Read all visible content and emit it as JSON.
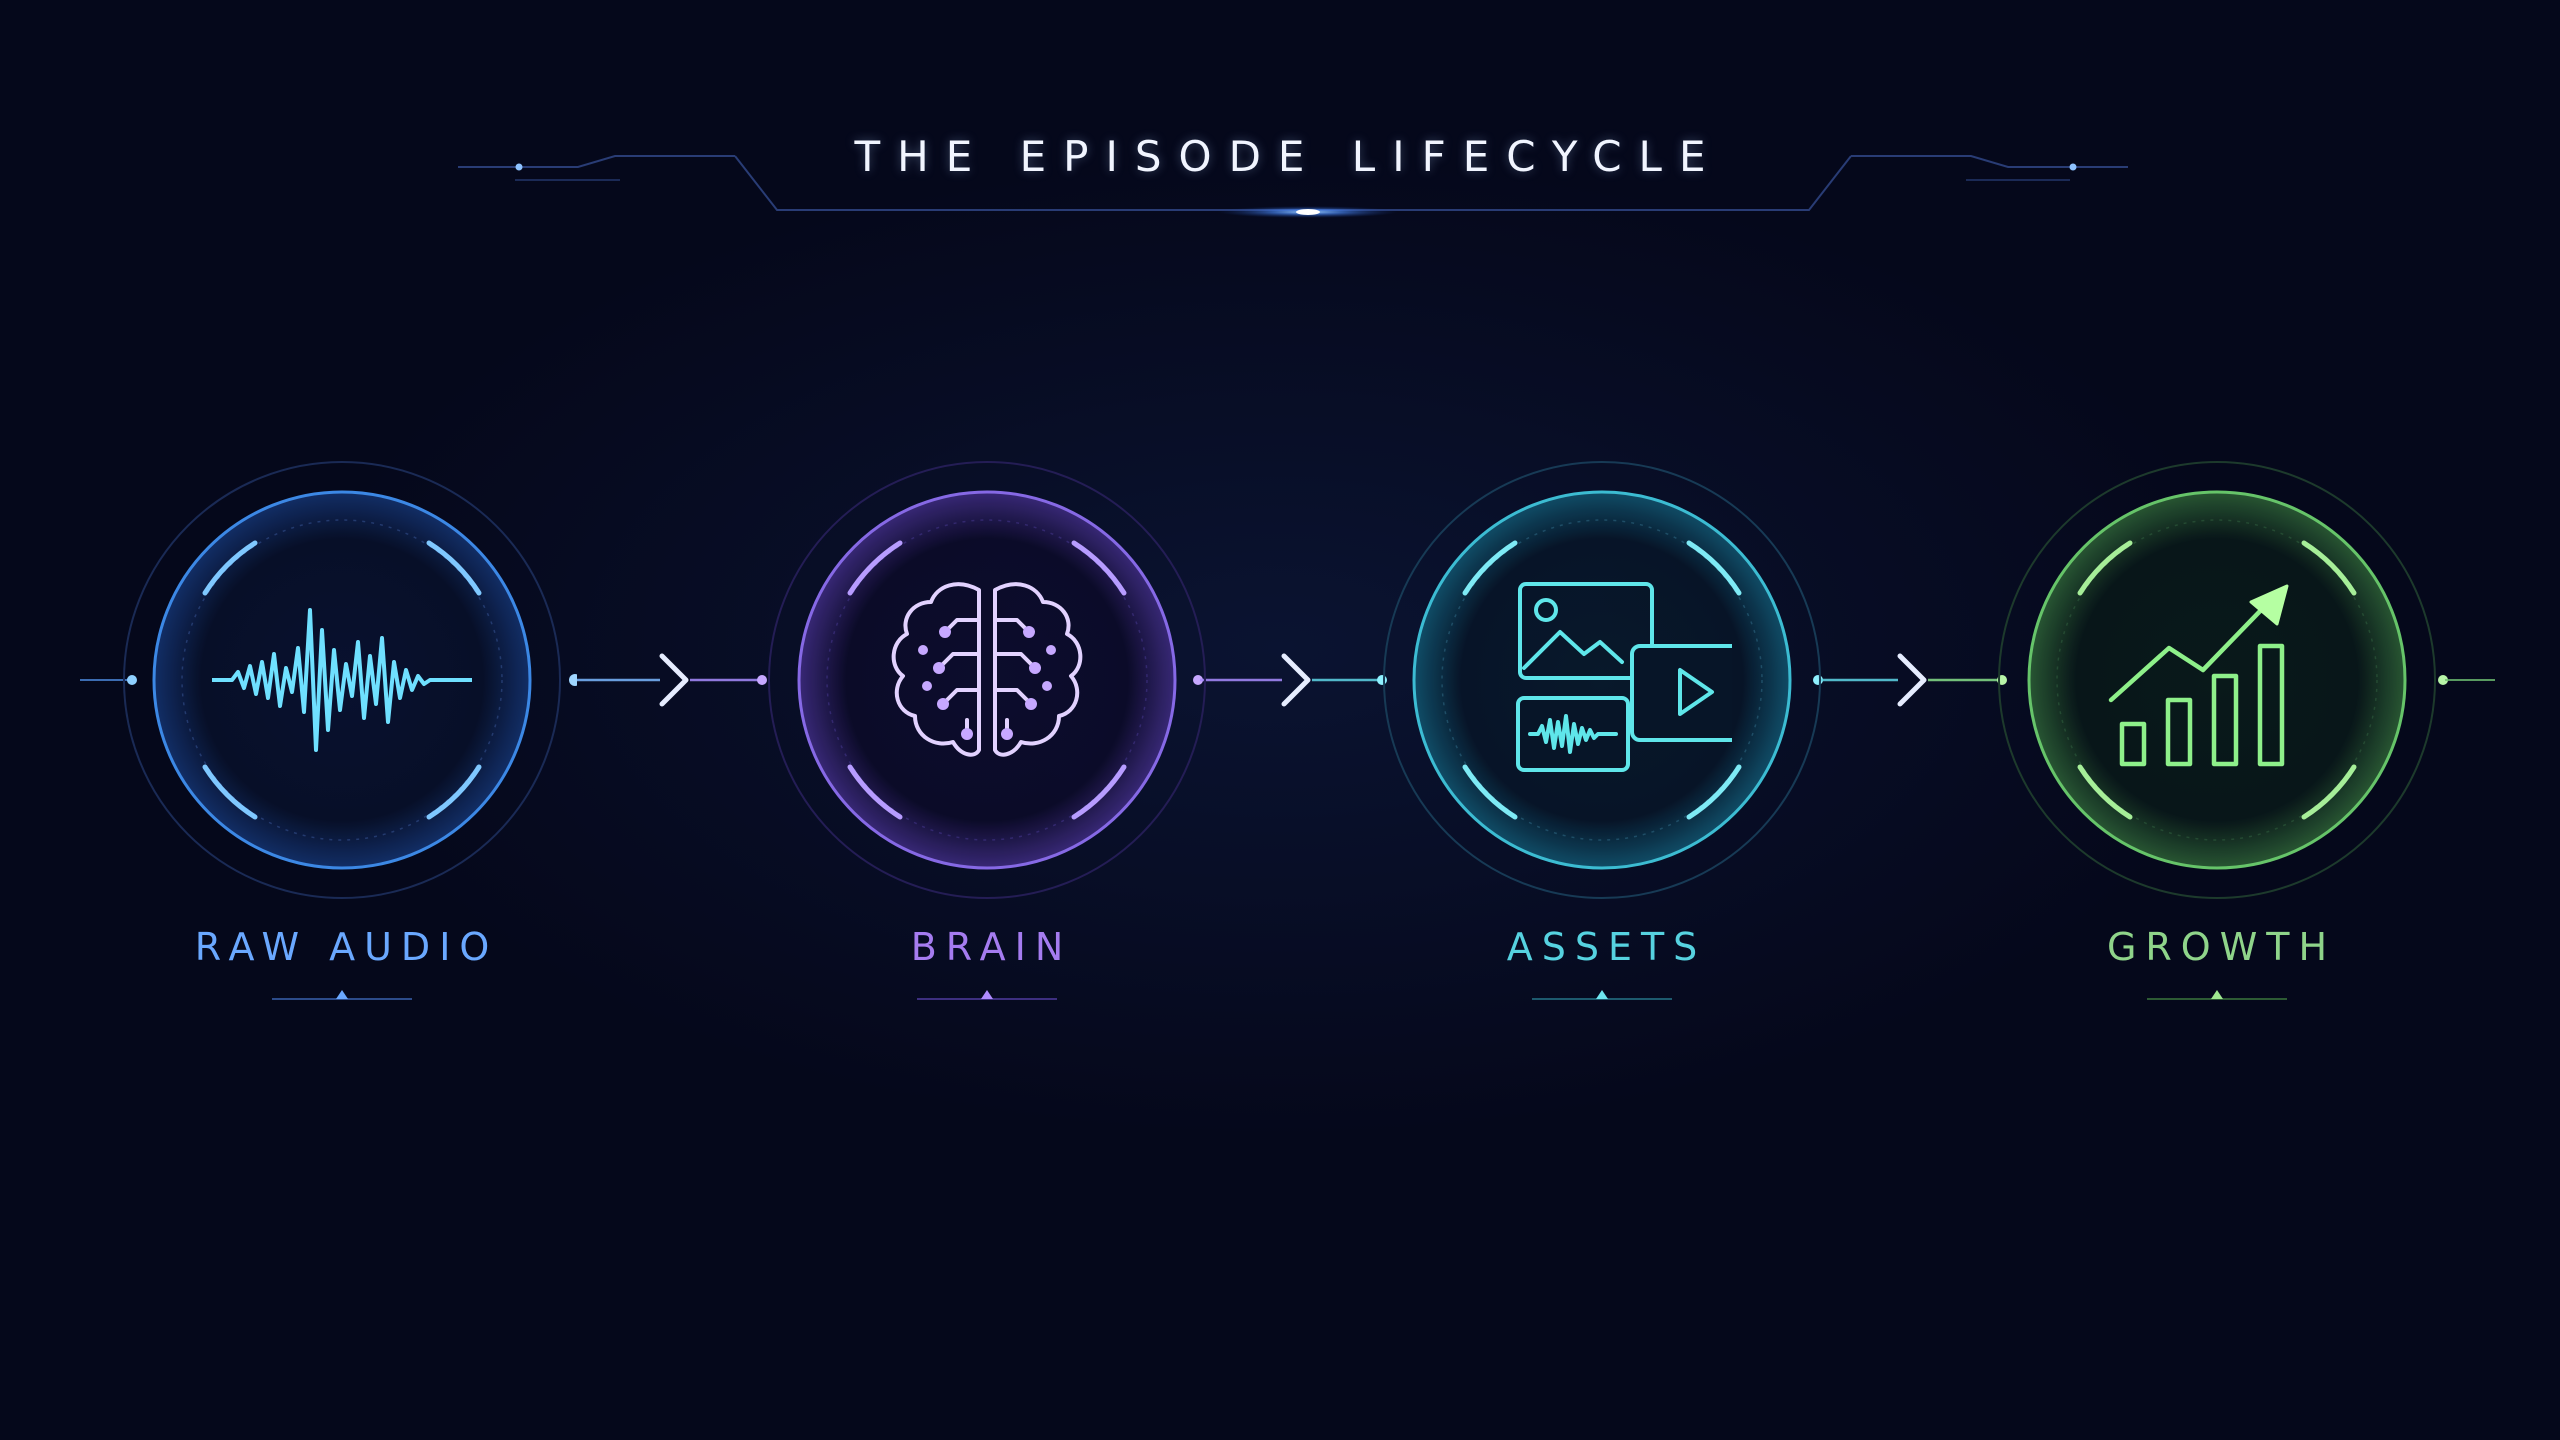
{
  "title": "THE EPISODE LIFECYCLE",
  "stages": [
    {
      "label": "RAW AUDIO",
      "icon": "waveform-icon",
      "color": "#5fb8ff"
    },
    {
      "label": "BRAIN",
      "icon": "brain-circuit-icon",
      "color": "#b68cff"
    },
    {
      "label": "ASSETS",
      "icon": "media-assets-icon",
      "color": "#58d8e8"
    },
    {
      "label": "GROWTH",
      "icon": "growth-chart-icon",
      "color": "#8fe08a"
    }
  ],
  "connectors": [
    {
      "icon": "chevron-right-icon",
      "color": "#dfe8ff"
    },
    {
      "icon": "chevron-right-icon",
      "color": "#dfe8ff"
    },
    {
      "icon": "chevron-right-icon",
      "color": "#dfe8ff"
    }
  ]
}
